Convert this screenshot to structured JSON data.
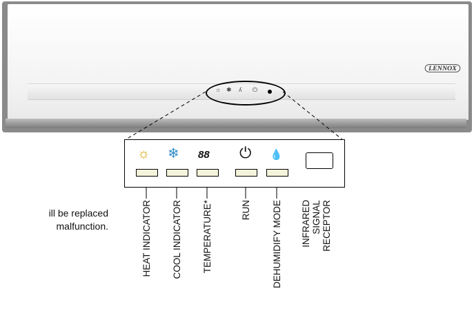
{
  "unit": {
    "brand_logo": "LENNOX"
  },
  "panel": {
    "temperature_digits": "88",
    "icons": [
      "sun-icon",
      "snowflake-icon",
      "power-icon",
      "water-drops-icon"
    ]
  },
  "labels": {
    "heat": "HEAT INDICATOR",
    "cool": "COOL INDICATOR",
    "temperature": "TEMPERATURE*",
    "run": "RUN",
    "dehumidify": "DEHUMIDIFY MODE",
    "infrared": "INFRARED\nSIGNAL\nRECEPTOR"
  },
  "side_note": "ill be replaced\nmalfunction."
}
